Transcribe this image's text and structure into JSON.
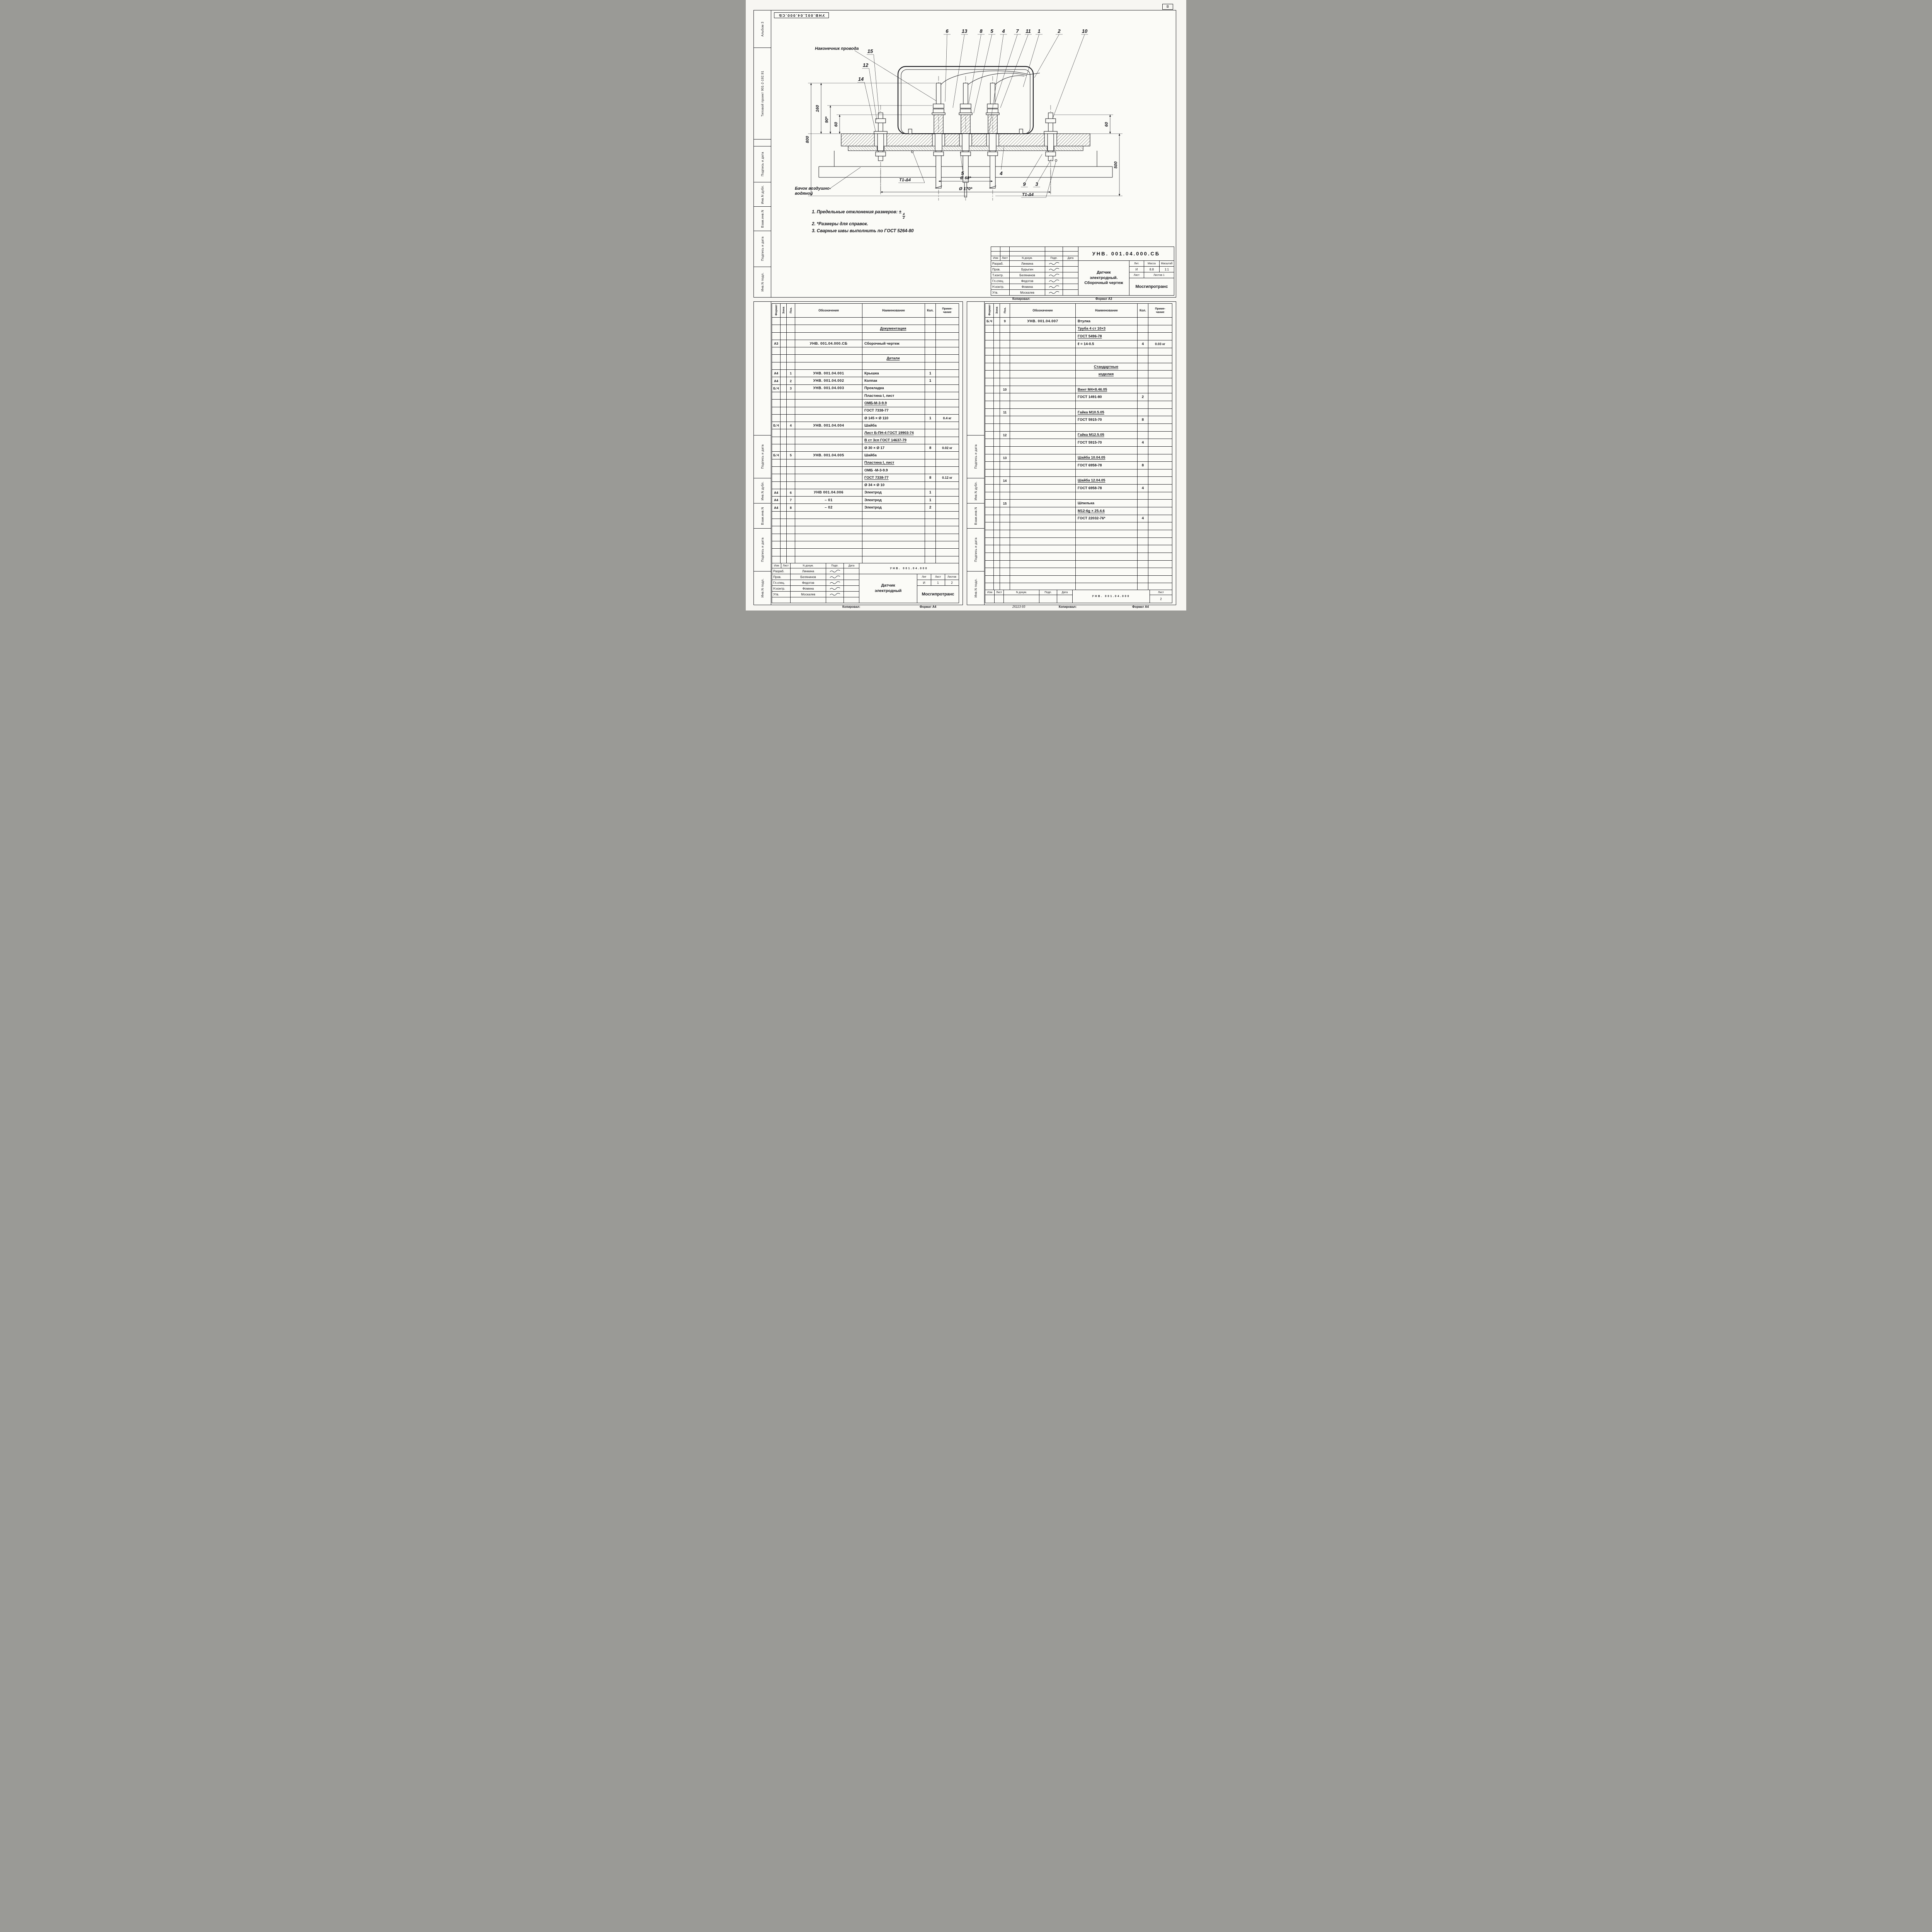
{
  "page": {
    "corner_letter": "В"
  },
  "margins": {
    "album": "Альбом 3",
    "project": "Типовой проект 901-2-192.91",
    "mirrored_code": "УНВ.001.04.000.СБ",
    "stamps": [
      "Подпись и дата",
      "Инв.N дубл.",
      "Взам.инв.N",
      "Подпись и дата",
      "Инв.N подл."
    ]
  },
  "drawing": {
    "callouts_top": [
      "6",
      "13",
      "8",
      "5",
      "4",
      "7",
      "11",
      "1",
      "2",
      "10"
    ],
    "callouts_left": [
      "15",
      "12",
      "14"
    ],
    "callouts_bottom": [
      "5",
      "4",
      "9",
      "3"
    ],
    "dim_800": "800",
    "dim_160": "160",
    "dim_90": "90*",
    "dim_60_left": "60",
    "dim_60_right": "60",
    "dim_500": "500",
    "dim_d68": "Ø 68*",
    "dim_d170": "Ø 170*",
    "label_wire": "Наконечник провода",
    "label_tank_1": "Бачок воздушно-",
    "label_tank_2": "водяной",
    "weld_1": "Т1-Δ4",
    "weld_2": "Т1-Δ4",
    "notes": {
      "n1_pre": "1. Предельные отклонения размеров: ±",
      "n1_top": "4",
      "n1_bot": "2",
      "n2": "2. *Размеры для справок.",
      "n3": "3. Сварные швы выполнить по ГОСТ 5264-80"
    }
  },
  "titleblock": {
    "header": [
      "Изм",
      "Лист",
      "N докум.",
      "Подп.",
      "Дата"
    ],
    "rows": [
      {
        "role": "Разраб.",
        "name": "Линкина"
      },
      {
        "role": "Пров.",
        "name": "Бурыгин"
      },
      {
        "role": "Т.контр.",
        "name": "Белянинов"
      },
      {
        "role": "Гл.спец.",
        "name": "Федотов"
      },
      {
        "role": "Н.контр.",
        "name": "Фомина"
      },
      {
        "role": "Утв.",
        "name": "Москалев"
      }
    ],
    "code": "УНВ. 001.04.000.СБ",
    "title_1": "Датчик",
    "title_2": "электродный.",
    "title_3": "Сборочный чертеж",
    "lit_label": "Лит.",
    "lit": "И",
    "mass_label": "Масса",
    "mass": "8.8",
    "scale_label": "Масштаб",
    "scale": "1:1",
    "sheet_label": "Лист",
    "sheets_label": "Листов 1",
    "org": "Мосгипротранс",
    "kopiroval": "Копировал:",
    "format": "Формат А3"
  },
  "spec_left": {
    "h_format": "Формат",
    "h_zone": "Зона",
    "h_pos": "Поз.",
    "h_obo": "Обозначения",
    "h_nai": "Наименование",
    "h_kol": "Кол.",
    "h_prim1": "Приме-",
    "h_prim2": "чание",
    "rows": [
      {},
      {
        "nai": "Документация",
        "u": true,
        "center": true
      },
      {},
      {
        "format": "А3",
        "obo": "УНВ. 001.04.000.СБ",
        "nai": "Сборочный чертеж"
      },
      {},
      {
        "nai": "Детали",
        "u": true,
        "center": true
      },
      {},
      {
        "format": "А4",
        "pos": "1",
        "obo": "УНВ. 001.04.001",
        "nai": "Крышка",
        "kol": "1"
      },
      {
        "format": "А4",
        "pos": "2",
        "obo": "УНВ. 001.04.002",
        "nai": "Колпак",
        "kol": "1"
      },
      {
        "format": "Б.Ч",
        "pos": "3",
        "obo": "УНВ. 001.04.003",
        "nai": "Прокладка"
      },
      {
        "nai": "Пластина I, лист"
      },
      {
        "nai": "ОМБ-М-3-9.9",
        "u": true
      },
      {
        "nai": "ГОСТ 7338-77"
      },
      {
        "nai": "Ø 145 × Ø 110",
        "kol": "1",
        "prim": "0.4 кг"
      },
      {
        "format": "Б.Ч",
        "pos": "4",
        "obo": "УНВ. 001.04.004",
        "nai": "Шайба"
      },
      {
        "nai": "Лист Б-ПН-4 ГОСТ 19903-74",
        "u": true
      },
      {
        "nai": "В ст 3сп ГОСТ 14637-79",
        "u": true
      },
      {
        "nai": "Ø 30 × Ø 17",
        "kol": "8",
        "prim": "0.02 кг"
      },
      {
        "format": "Б.Ч",
        "pos": "5",
        "obo": "УНВ. 001.04.005",
        "nai": "Шайба"
      },
      {
        "nai": "Пластина I, лист",
        "u": true
      },
      {
        "nai": "ОМБ -М-3-9.9"
      },
      {
        "nai": "ГОСТ 7338-77",
        "u": true,
        "kol": "8",
        "prim": "0.12 кг"
      },
      {
        "nai": "Ø 34 × Ø 10"
      },
      {
        "format": "А4",
        "pos": "6",
        "obo": "УНВ 001.04.006",
        "nai": "Электрод",
        "kol": "1"
      },
      {
        "format": "А4",
        "pos": "7",
        "obo": "– 01",
        "nai": "Электрод",
        "kol": "1"
      },
      {
        "format": "А4",
        "pos": "8",
        "obo": "– 02",
        "nai": "Электрод",
        "kol": "2"
      }
    ],
    "titleblock": {
      "header": [
        "Изм",
        "Лист",
        "N докум.",
        "Подп.",
        "Дата"
      ],
      "rows": [
        {
          "role": "Разраб.",
          "name": "Линкина"
        },
        {
          "role": "Пров.",
          "name": "Белянинов"
        },
        {
          "role": "Гл.спец.",
          "name": "Федотов"
        },
        {
          "role": "Н.контр.",
          "name": "Фомина"
        },
        {
          "role": "Утв.",
          "name": "Москалев"
        }
      ],
      "code": "УНВ. 001.04.000",
      "title_1": "Датчик",
      "title_2": "электродный",
      "lit_label": "Лит",
      "lit": "И",
      "sheet_label": "Лист",
      "sheet": "1",
      "sheets_label": "Листов",
      "sheets": "2",
      "org": "Мосгипротранс",
      "kopiroval": "Копировал:",
      "format": "Формат А4"
    }
  },
  "spec_right": {
    "h_format": "Формат",
    "h_zone": "Зона",
    "h_pos": "Поз.",
    "h_obo": "Обозначение",
    "h_nai": "Наименование",
    "h_kol": "Кол.",
    "h_prim1": "Приме-",
    "h_prim2": "чание",
    "rows": [
      {
        "format": "Б.Ч",
        "pos": "9",
        "obo": "УНВ. 001.04.007",
        "nai": "Втулка"
      },
      {
        "nai": "Труба 4 ст 10×3",
        "u": true
      },
      {
        "nai": "ГОСТ 5496-78",
        "u": true
      },
      {
        "nai": "ℓ = 14-0.5",
        "kol": "4",
        "prim": "0.03 кг"
      },
      {},
      {},
      {
        "nai": "Стандартные",
        "u": true,
        "center": true
      },
      {
        "nai": "изделия",
        "u": true,
        "center": true
      },
      {},
      {
        "pos": "10",
        "nai": "Винт М4×8.46.05",
        "u": true
      },
      {
        "nai": "ГОСТ 1491-80",
        "kol": "2"
      },
      {},
      {
        "pos": "11",
        "nai": "Гайка М10.5.05",
        "u": true
      },
      {
        "nai": "ГОСТ 5915-70",
        "kol": "8"
      },
      {},
      {
        "pos": "12",
        "nai": "Гайка М12.5.05",
        "u": true
      },
      {
        "nai": "ГОСТ 5915-70",
        "kol": "4"
      },
      {},
      {
        "pos": "13",
        "nai": "Шайба 10.04.05",
        "u": true
      },
      {
        "nai": "ГОСТ 6958-78",
        "kol": "8"
      },
      {},
      {
        "pos": "14",
        "nai": "Шайба 12.04.05",
        "u": true
      },
      {
        "nai": "ГОСТ 6958-78",
        "kol": "4"
      },
      {},
      {
        "pos": "15",
        "nai": "Шпилька"
      },
      {
        "nai": "М12-6g × 25.4.6",
        "u": true
      },
      {
        "nai": "ГОСТ 22032-76*",
        "kol": "4"
      }
    ],
    "footer": {
      "header": [
        "Изм",
        "Лист",
        "N докум.",
        "Подп.",
        "Дата"
      ],
      "code": "УНВ. 001.04.000",
      "sheet_label": "Лист",
      "sheet": "2",
      "note": "25113-93",
      "kopiroval": "Копировал:",
      "format": "Формат А4"
    }
  }
}
